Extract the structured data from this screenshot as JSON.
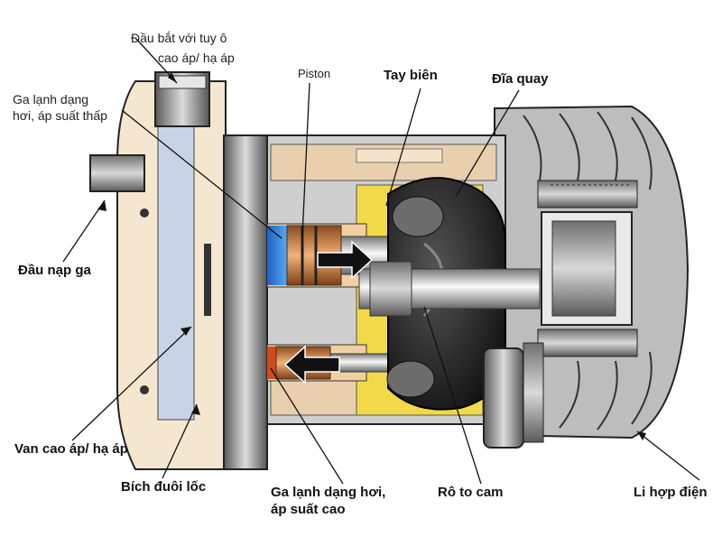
{
  "labels": {
    "fitting": [
      "Đầu bắt với tuy ô",
      "cao áp/  hạ áp"
    ],
    "low_gas": [
      "Ga lạnh dạng",
      "hơi, áp suất thấp"
    ],
    "piston": "Piston",
    "rod": "Tay biên",
    "plate": "Đĩa quay",
    "intake": "Đầu nạp ga",
    "valve": "Van cao áp/ hạ áp",
    "flange": "Bích đuôi lốc",
    "high_gas": [
      "Ga lạnh dạng hơi,",
      "áp suất cao"
    ],
    "rotor": "Rô to cam",
    "clutch": "Li hợp điện"
  }
}
